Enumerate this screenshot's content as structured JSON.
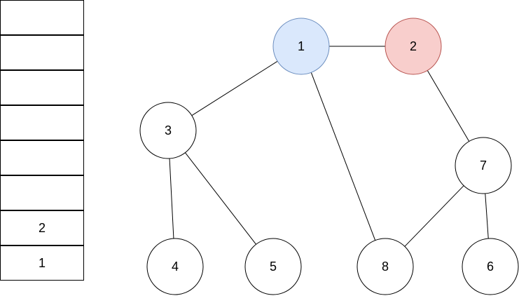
{
  "stack": {
    "cells": [
      "",
      "",
      "",
      "",
      "",
      "",
      "2",
      "1"
    ]
  },
  "graph": {
    "nodes": [
      {
        "id": "1",
        "label": "1",
        "fill": "#dae8fc",
        "stroke": "#6c8ebf"
      },
      {
        "id": "2",
        "label": "2",
        "fill": "#f8cecc",
        "stroke": "#b85450"
      },
      {
        "id": "3",
        "label": "3",
        "fill": "#ffffff",
        "stroke": "#000000"
      },
      {
        "id": "4",
        "label": "4",
        "fill": "#ffffff",
        "stroke": "#000000"
      },
      {
        "id": "5",
        "label": "5",
        "fill": "#ffffff",
        "stroke": "#000000"
      },
      {
        "id": "6",
        "label": "6",
        "fill": "#ffffff",
        "stroke": "#000000"
      },
      {
        "id": "7",
        "label": "7",
        "fill": "#ffffff",
        "stroke": "#000000"
      },
      {
        "id": "8",
        "label": "8",
        "fill": "#ffffff",
        "stroke": "#000000"
      }
    ],
    "edges": [
      [
        "1",
        "2"
      ],
      [
        "1",
        "3"
      ],
      [
        "1",
        "8"
      ],
      [
        "2",
        "7"
      ],
      [
        "3",
        "4"
      ],
      [
        "3",
        "5"
      ],
      [
        "7",
        "8"
      ],
      [
        "7",
        "6"
      ]
    ]
  }
}
